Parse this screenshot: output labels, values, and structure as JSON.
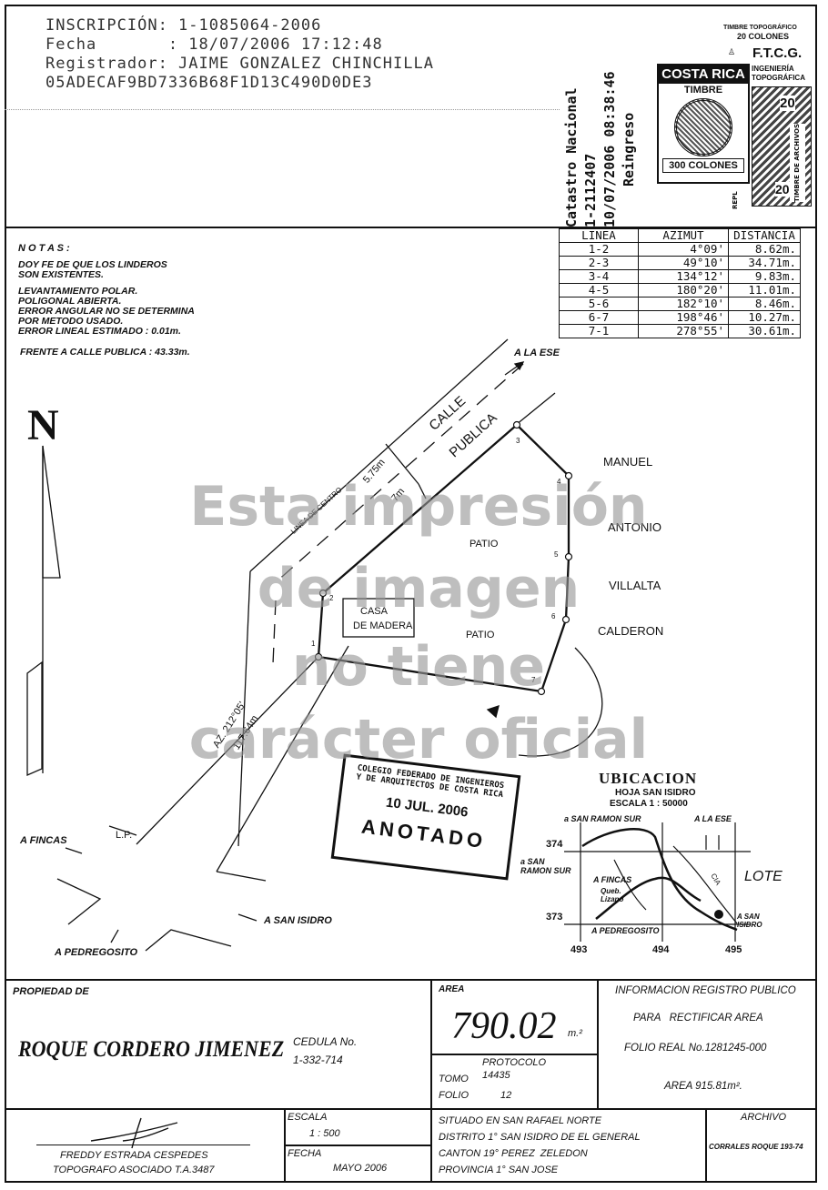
{
  "header": {
    "line1": "INSCRIPCIÓN: 1-1085064-2006",
    "line2": "Fecha       : 18/07/2006 17:12:48",
    "line3": "Registrador: JAIME GONZALEZ CHINCHILLA",
    "line4": "05ADECAF9BD7336B68F1D13C490D0DE3"
  },
  "catastro": {
    "l1": "Catastro Nacional",
    "l2": "1-2112407",
    "l3": "10/07/2006 08:38:46",
    "l4": "Reingreso"
  },
  "stamp_block": {
    "timbre_top": "TIMBRE TOPOGRÁFICO",
    "timbre_amount": "20 COLONES",
    "ftcg": "F.T.C.G.",
    "ing": "INGENIERÍA",
    "topo": "TOPOGRÁFICA",
    "costa": "COSTA RICA",
    "timbre": "TIMBRE",
    "colones": "300 COLONES",
    "archivo": "TIMBRE DE ARCHIVOS",
    "num": "20",
    "repl": "REPL"
  },
  "notes": {
    "title": "N O T A S :",
    "n1a": "DOY FE DE QUE LOS LINDEROS",
    "n1b": "SON EXISTENTES.",
    "n2a": "LEVANTAMIENTO POLAR.",
    "n2b": "POLIGONAL ABIERTA.",
    "n2c": "ERROR ANGULAR NO SE DETERMINA",
    "n2d": "POR METODO USADO.",
    "n2e": "ERROR LINEAL ESTIMADO : 0.01m.",
    "frente": "FRENTE A CALLE PUBLICA : 43.33m."
  },
  "table": {
    "headers": [
      "LINEA",
      "AZIMUT",
      "DISTANCIA"
    ],
    "rows": [
      [
        "1-2",
        "4°09'",
        "8.62m."
      ],
      [
        "2-3",
        "49°10'",
        "34.71m."
      ],
      [
        "3-4",
        "134°12'",
        "9.83m."
      ],
      [
        "4-5",
        "180°20'",
        "11.01m."
      ],
      [
        "5-6",
        "182°10'",
        "8.46m."
      ],
      [
        "6-7",
        "198°46'",
        "10.27m."
      ],
      [
        "7-1",
        "278°55'",
        "30.61m."
      ]
    ]
  },
  "plan": {
    "north": "N",
    "ese": "A LA ESE",
    "calle": "CALLE",
    "publica": "PUBLICA",
    "d575": "5.75m",
    "d7": "7m",
    "centro": "LINEA DE CENTRO",
    "manuel": "MANUEL",
    "antonio": "ANTONIO",
    "villalta": "VILLALTA",
    "calderon": "CALDERON",
    "patio1": "PATIO",
    "patio2": "PATIO",
    "casa1": "CASA",
    "casa2": "DE MADERA",
    "az1": "AZ. 212°05'",
    "az2": "117.64m",
    "lp": "L.P.",
    "fincas": "A FINCAS",
    "isidro": "A SAN ISIDRO",
    "pedregosito": "A PEDREGOSITO",
    "p1": "1",
    "p2": "2",
    "p3": "3",
    "p4": "4",
    "p5": "5",
    "p6": "6",
    "p7": "7"
  },
  "watermark": {
    "l1": "Esta impresión",
    "l2": "de imagen",
    "l3": "no tiene",
    "l4": "carácter oficial"
  },
  "cfia": {
    "l1": "COLEGIO FEDERADO DE INGENIEROS",
    "l2": "Y DE ARQUITECTOS DE COSTA RICA",
    "date": "10 JUL. 2006",
    "anotado": "ANOTADO"
  },
  "ubicacion": {
    "title": "UBICACION",
    "hoja": "HOJA SAN ISIDRO",
    "escala": "ESCALA 1 : 50000",
    "san_ramon_sur": "a SAN RAMON SUR",
    "san_ramon_sur2": "a SAN RAMON SUR",
    "ese": "A LA ESE",
    "fincas": "A FINCAS",
    "queb": "Queb. Lizano",
    "lote": "LOTE",
    "san_isidro": "A SAN ISIDRO",
    "pedregosito": "A PEDREGOSITO",
    "y374": "374",
    "y373": "373",
    "x493": "493",
    "x494": "494",
    "x495": "495",
    "cia": "CIA"
  },
  "titleblock": {
    "propiedad_label": "PROPIEDAD DE",
    "owner": "ROQUE CORDERO JIMENEZ",
    "cedula_label": "CEDULA No.",
    "cedula": "1-332-714",
    "area_label": "AREA",
    "area_value": "790.02",
    "area_unit": "m.²",
    "protocolo": "PROTOCOLO",
    "tomo_label": "TOMO",
    "tomo": "14435",
    "folio_label": "FOLIO",
    "folio": "12",
    "info1": "INFORMACION REGISTRO PUBLICO",
    "info2": "PARA   RECTIFICAR AREA",
    "info3": "FOLIO REAL No.1281245-000",
    "info4": "AREA 915.81m².",
    "topografo_name": "FREDDY ESTRADA CESPEDES",
    "topografo_title": "TOPOGRAFO ASOCIADO T.A.3487",
    "escala_label": "ESCALA",
    "escala": "1 : 500",
    "fecha_label": "FECHA",
    "fecha": "MAYO 2006",
    "sit1": "SITUADO EN SAN RAFAEL NORTE",
    "sit2": "DISTRITO 1° SAN ISIDRO DE EL GENERAL",
    "sit3": "CANTON 19° PEREZ  ZELEDON",
    "sit4": "PROVINCIA 1° SAN JOSE",
    "archivo_label": "ARCHIVO",
    "archivo": "CORRALES ROQUE 193-74"
  }
}
